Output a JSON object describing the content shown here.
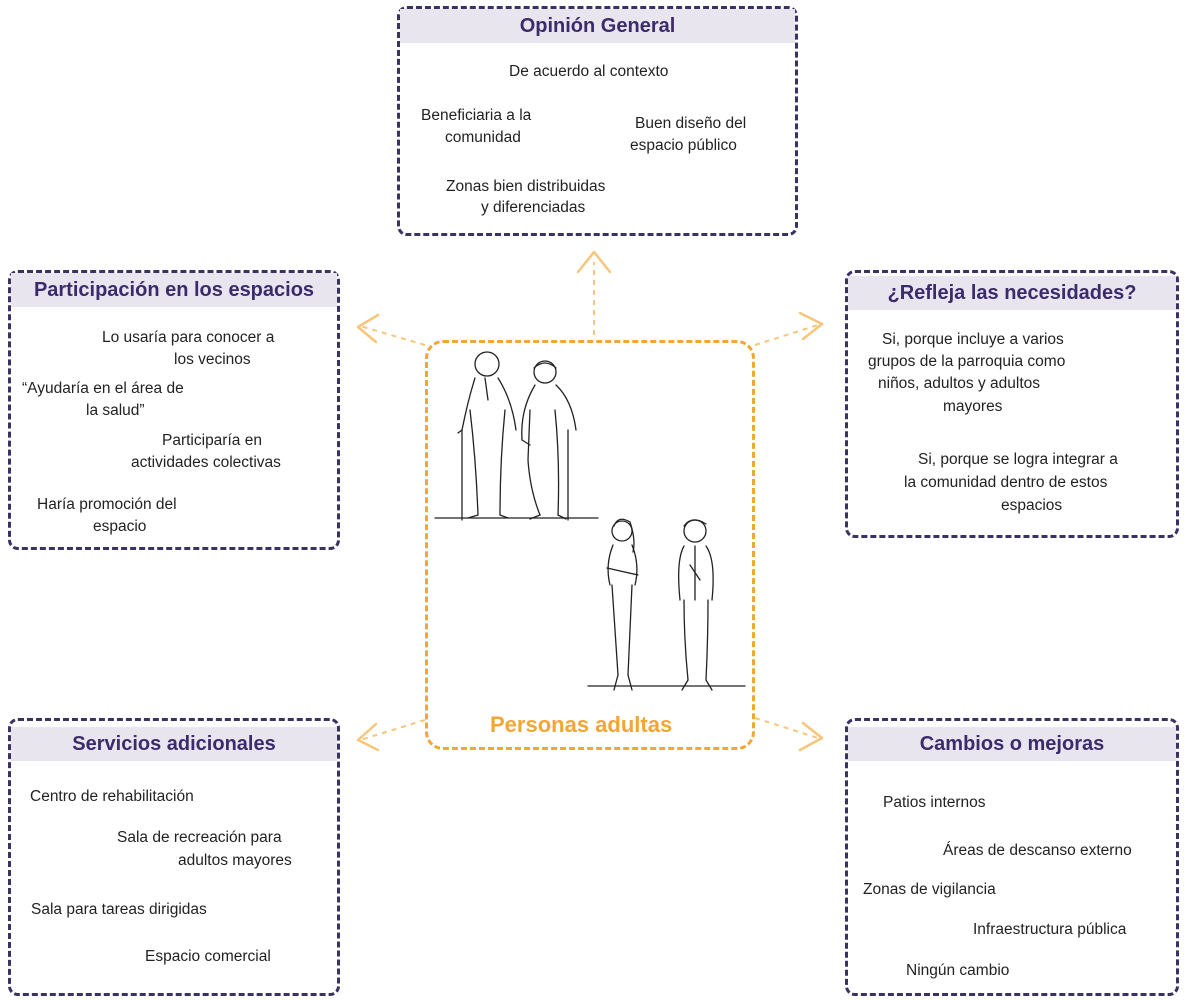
{
  "center": {
    "title": "Personas adultas"
  },
  "opinion": {
    "title": "Opinión General",
    "items": [
      "De acuerdo al contexto",
      "Beneficiaria a la",
      "comunidad",
      "Buen diseño del",
      "espacio público",
      "Zonas bien distribuidas",
      "y diferenciadas"
    ]
  },
  "participacion": {
    "title": "Participación en los espacios",
    "items": [
      "Lo usaría para conocer a",
      "los vecinos",
      "“Ayudaría en el área de",
      "la salud”",
      "Participaría en",
      "actividades colectivas",
      "Haría promoción del",
      "espacio"
    ]
  },
  "necesidades": {
    "title": "¿Refleja las necesidades?",
    "items": [
      "Si, porque incluye a varios",
      "grupos de la parroquia como",
      "niños, adultos y adultos",
      "mayores",
      "Si, porque se logra integrar a",
      "la comunidad dentro de estos",
      "espacios"
    ]
  },
  "servicios": {
    "title": "Servicios adicionales",
    "items": [
      "Centro de rehabilitación",
      "Sala de recreación para",
      "adultos mayores",
      "Sala para tareas dirigidas",
      "Espacio comercial"
    ]
  },
  "cambios": {
    "title": "Cambios o mejoras",
    "items": [
      "Patios internos",
      "Áreas de descanso externo",
      "Zonas de vigilancia",
      "Infraestructura pública",
      "Ningún cambio"
    ]
  },
  "colors": {
    "accent": "#f2a634",
    "frame": "#3b3163",
    "header_bg": "#e9e5ef",
    "header_text": "#3b2b6b"
  }
}
